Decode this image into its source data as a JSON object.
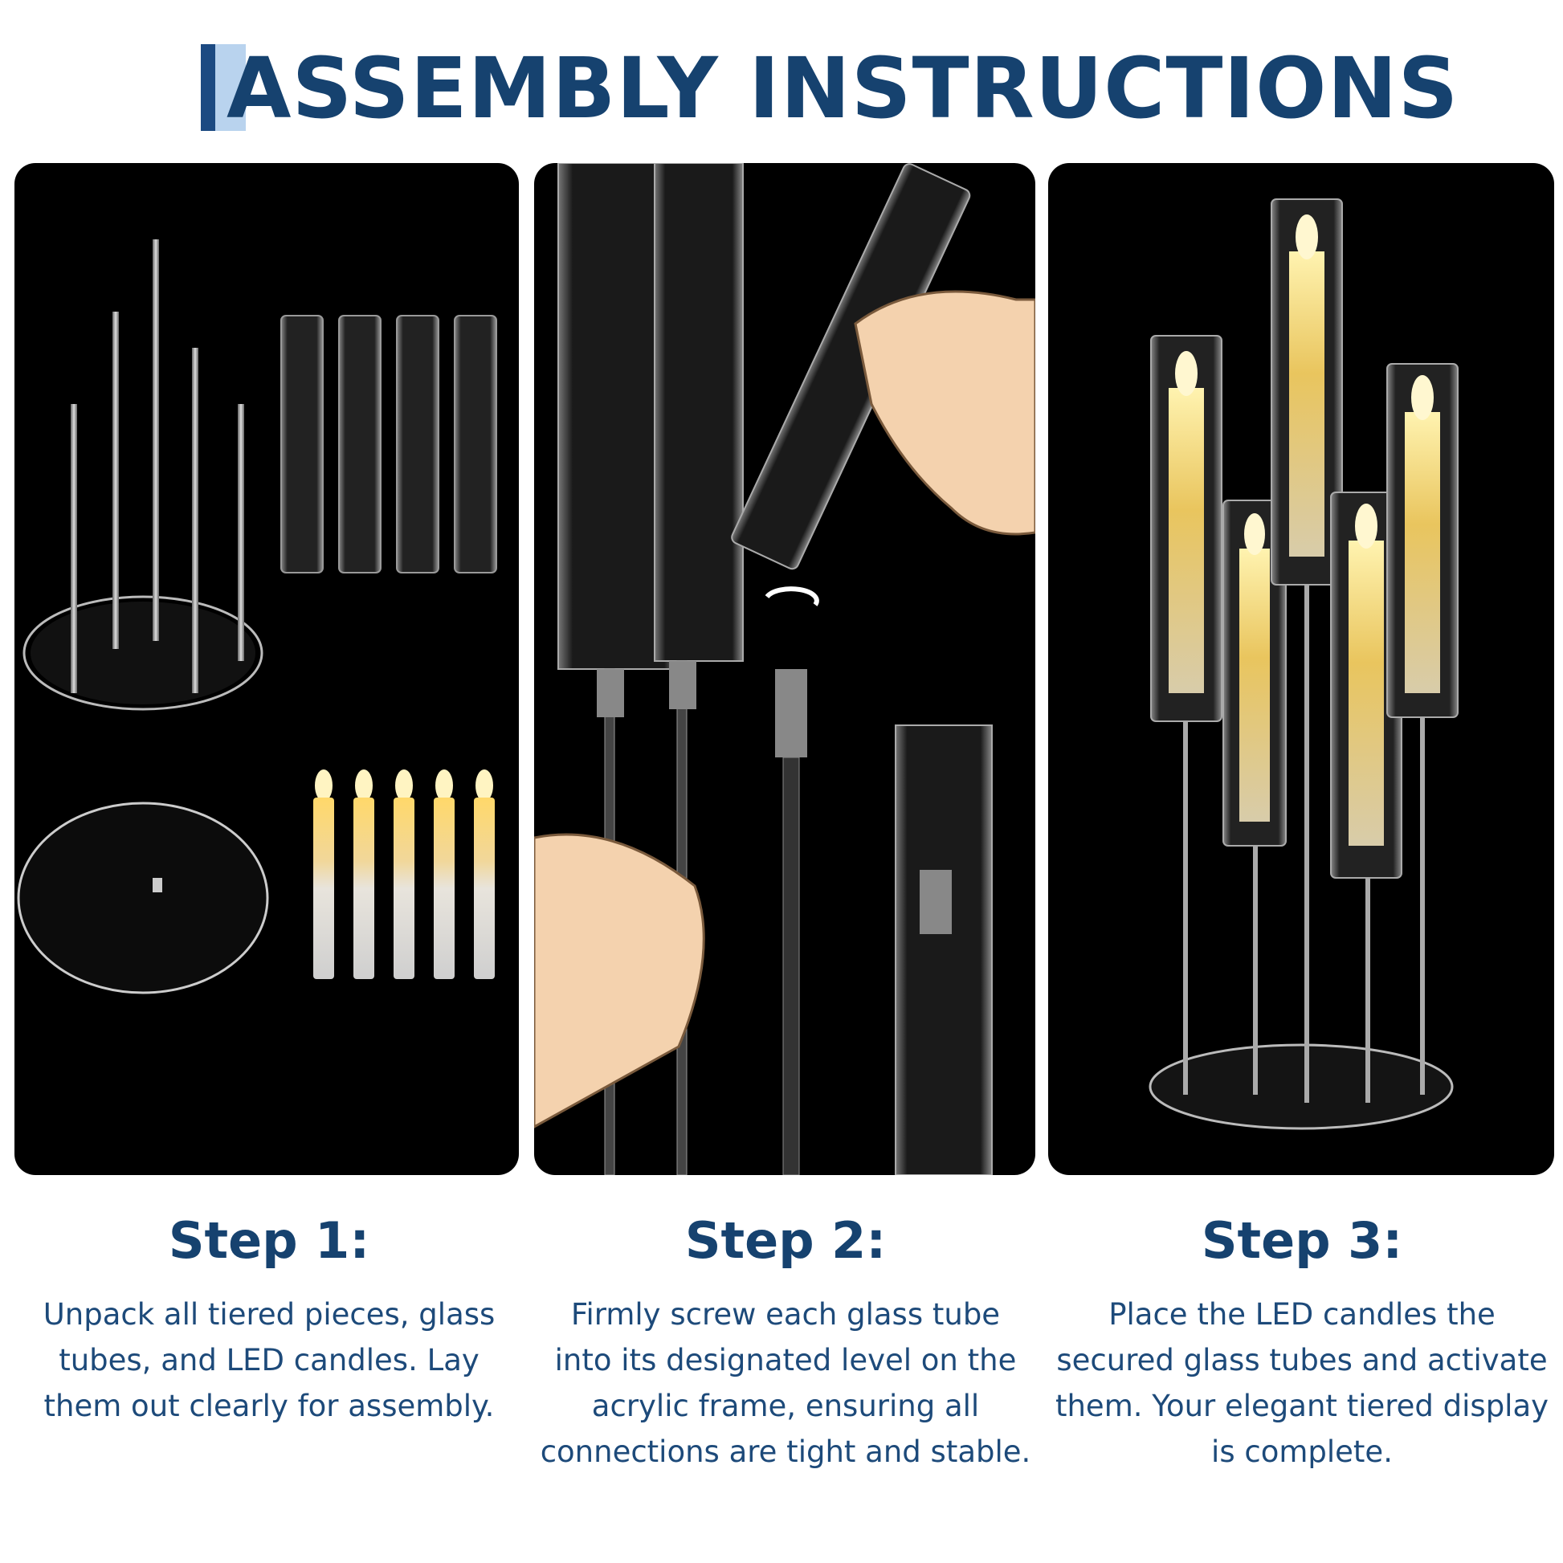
{
  "title": "ASSEMBLY INSTRUCTIONS",
  "colors": {
    "title": "#16426f",
    "accent_dark": "#1c4a82",
    "accent_light": "#b9d3ee",
    "panel_bg": "#000000",
    "candle_glow": "#f5d36b"
  },
  "steps": [
    {
      "heading": "Step 1:",
      "text": "Unpack all tiered pieces, glass tubes, and LED candles. Lay them out clearly for assembly."
    },
    {
      "heading": "Step 2:",
      "text": "Firmly screw each glass tube into its designated level on the acrylic frame, ensuring all connections are tight and stable."
    },
    {
      "heading": "Step 3:",
      "text": "Place the LED candles the secured glass tubes and activate them. Your elegant tiered display is complete."
    }
  ]
}
